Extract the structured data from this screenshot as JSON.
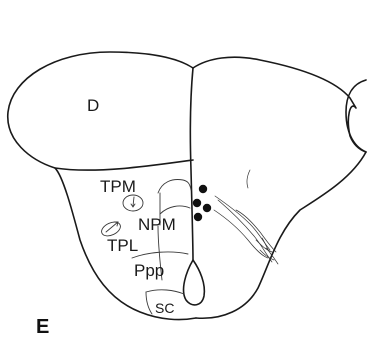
{
  "panel_letter": "E",
  "regions": {
    "d": "D",
    "tpm": "TPM",
    "npm": "NPM",
    "tpl": "TPL",
    "ppp": "Ppp",
    "sc": "SC"
  },
  "colors": {
    "ink": "#1a1a1a",
    "background": "#ffffff",
    "dot": "#111111"
  }
}
